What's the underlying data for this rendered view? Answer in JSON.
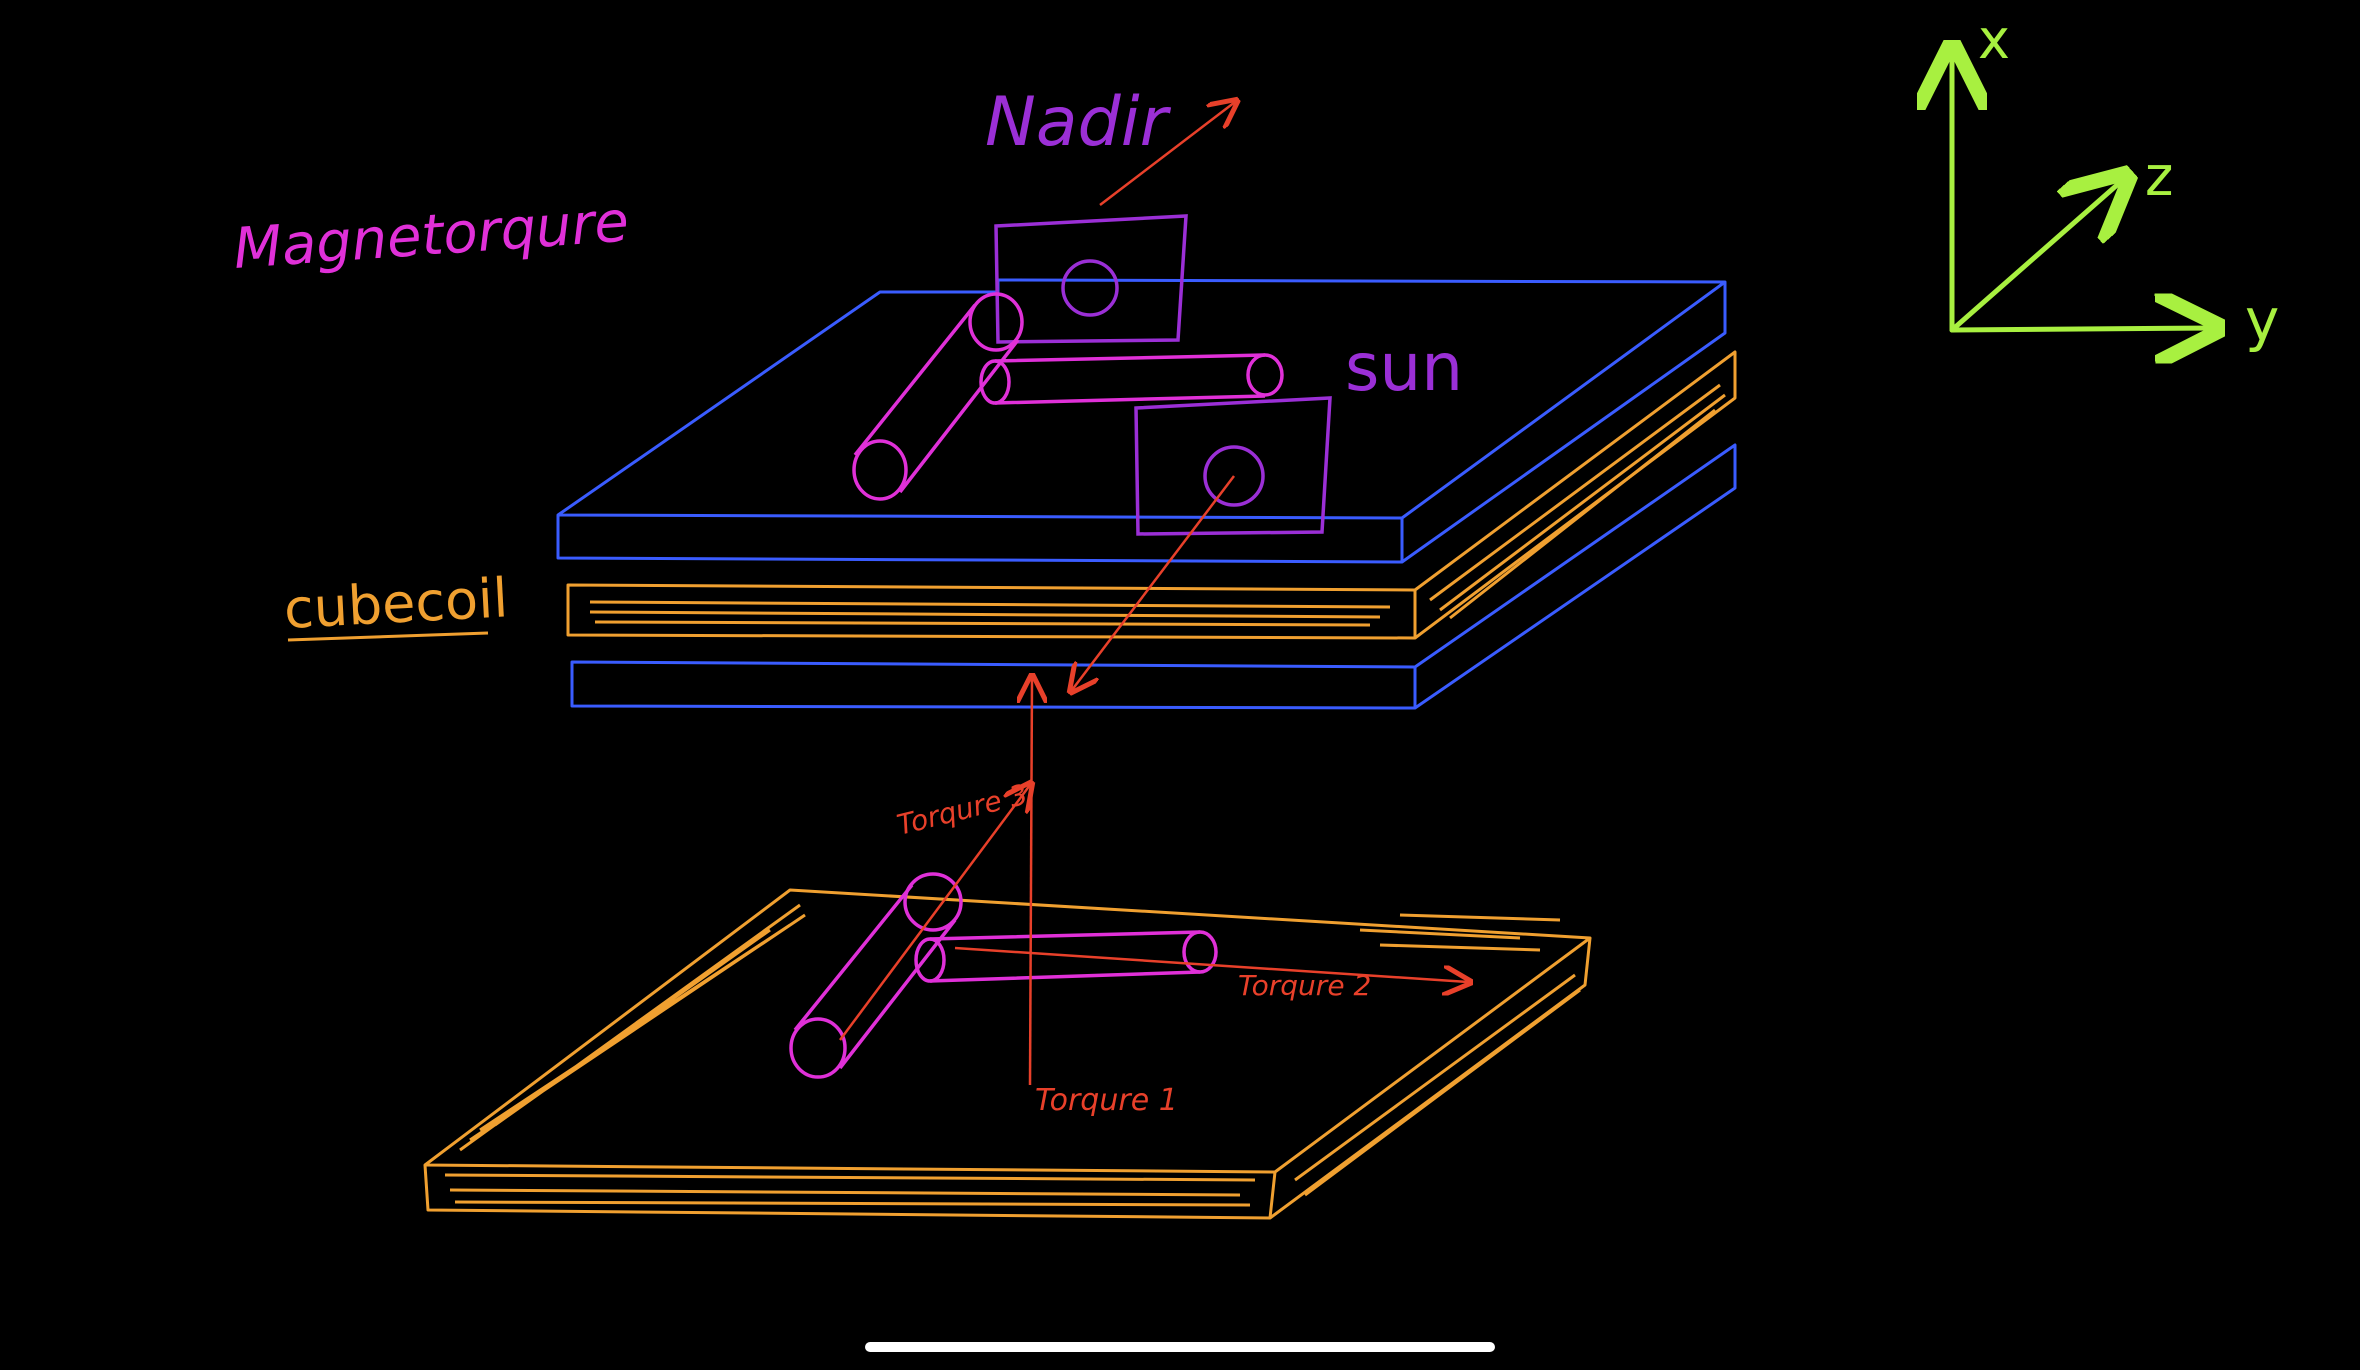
{
  "labels": {
    "magnetorquer": "Magnetorqure",
    "nadir": "Nadir",
    "sun": "sun",
    "cubecoil": "cubecoil",
    "torque1": "Torqure 1",
    "torque2": "Torqure 2",
    "torque3": "Torqure 3",
    "axis_x": "x",
    "axis_y": "y",
    "axis_z": "z"
  },
  "colors": {
    "background": "#000000",
    "board_blue": "#3a5cff",
    "coil_orange": "#f0a030",
    "magnetorquer_pink": "#e030d8",
    "sensor_purple": "#9b2fd6",
    "arrow_red": "#e8402a",
    "axes_green": "#a8f040"
  }
}
